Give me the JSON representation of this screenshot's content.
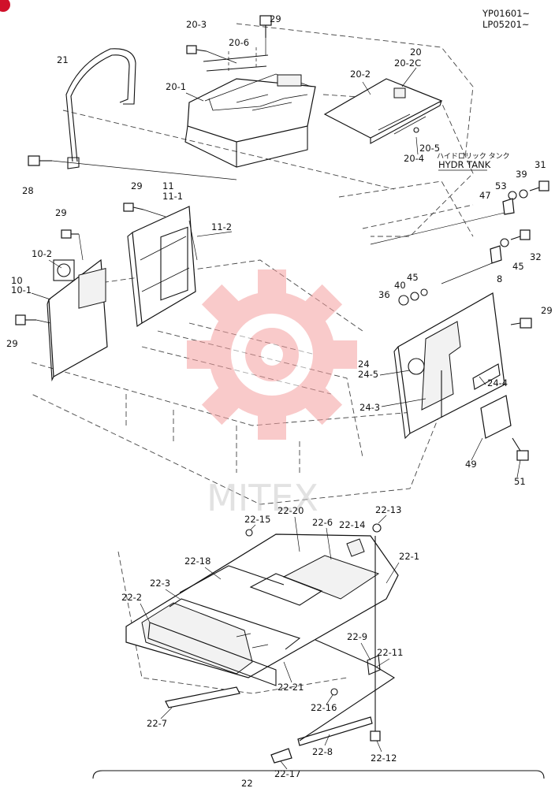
{
  "header": {
    "serial_1": "YP01601~",
    "serial_2": "LP05201~"
  },
  "tank_label": {
    "jp": "ハイドロリック タンク",
    "en": "HYDR TANK"
  },
  "watermark": {
    "text": "MITEX",
    "color": "#f06a6a"
  },
  "colors": {
    "line": "#111111",
    "watermark": "#f5b5b5",
    "corner_mark": "#d0102a"
  },
  "labels": {
    "p20_3": "20-3",
    "p29_a": "29",
    "p20_6": "20-6",
    "p20": "20",
    "p20_2c": "20-2C",
    "p21": "21",
    "p20_1": "20-1",
    "p20_2": "20-2",
    "p20_5": "20-5",
    "p20_4": "20-4",
    "p28": "28",
    "p29_b": "29",
    "p11": "11",
    "p11_1": "11-1",
    "p39": "39",
    "p31": "31",
    "p53": "53",
    "p47": "47",
    "p29_c": "29",
    "p11_2": "11-2",
    "p10_2": "10-2",
    "p32": "32",
    "p45_a": "45",
    "p45_b": "45",
    "p8": "8",
    "p10": "10",
    "p10_1": "10-1",
    "p40": "40",
    "p36": "36",
    "p29_d": "29",
    "p29_e": "29",
    "p24": "24",
    "p24_5": "24-5",
    "p24_4": "24-4",
    "p24_3": "24-3",
    "p49": "49",
    "p51": "51",
    "p22_13": "22-13",
    "p22_15": "22-15",
    "p22_20": "22-20",
    "p22_6": "22-6",
    "p22_14": "22-14",
    "p22_1": "22-1",
    "p22_18": "22-18",
    "p22_3": "22-3",
    "p22_2": "22-2",
    "p22_9": "22-9",
    "p22_11": "22-11",
    "p22_21": "22-21",
    "p22_16": "22-16",
    "p22_7": "22-7",
    "p22_8": "22-8",
    "p22_12": "22-12",
    "p22_17": "22-17",
    "p22": "22"
  }
}
